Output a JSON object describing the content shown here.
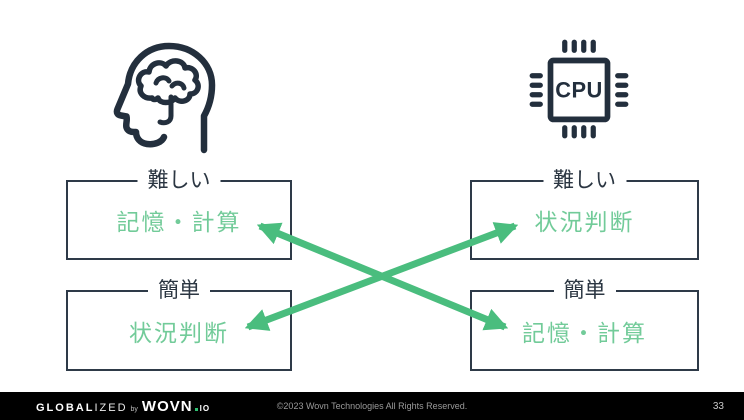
{
  "icons": {
    "brain": "human-brain-head-profile",
    "cpu": {
      "label": "CPU"
    }
  },
  "boxes": [
    {
      "position": "top-left",
      "legend": "難しい",
      "value": "記憶・計算"
    },
    {
      "position": "top-right",
      "legend": "難しい",
      "value": "状況判断"
    },
    {
      "position": "bottom-left",
      "legend": "簡単",
      "value": "状況判断"
    },
    {
      "position": "bottom-right",
      "legend": "簡単",
      "value": "記憶・計算"
    }
  ],
  "arrows": [
    {
      "from": "top-left",
      "to": "bottom-right",
      "double_headed": true
    },
    {
      "from": "bottom-left",
      "to": "top-right",
      "double_headed": true
    }
  ],
  "footer": {
    "logo": {
      "part_bold": "GLOBAL",
      "part_light": "IZED",
      "by": "by",
      "brand": "WOVN",
      "tld": "IO"
    },
    "copyright": "©2023 Wovn Technologies  All Rights Reserved.",
    "page_number": "33"
  },
  "colors": {
    "arrow_green": "#4abd7e",
    "value_green": "#72cb99",
    "outline_navy": "#2e3a48",
    "icon_navy": "#232f3d",
    "footer_black": "#000000",
    "logo_dot_green": "#2fbf71"
  }
}
